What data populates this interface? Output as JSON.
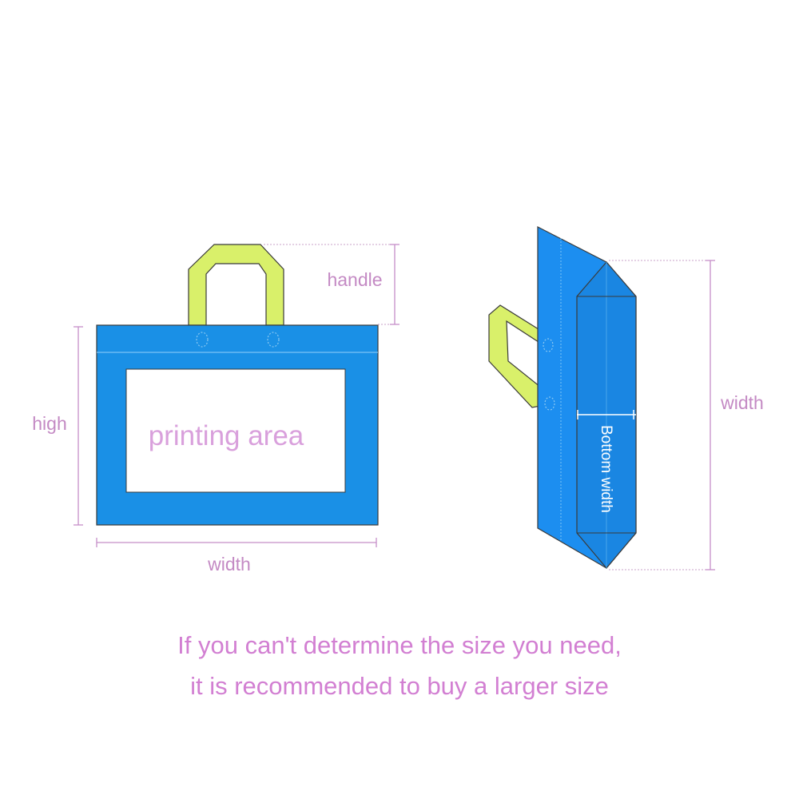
{
  "labels": {
    "handle": "handle",
    "high": "high",
    "width_front": "width",
    "printing_area": "printing area",
    "width_side": "width",
    "bottom_width": "Bottom width"
  },
  "note": {
    "line1": "If you can't determine the size you need,",
    "line2": "it is recommended to buy a larger size"
  },
  "colors": {
    "bag_blue": "#1a90e6",
    "bag_blue_side": "#1c8ef0",
    "handle_green": "#d9f06a",
    "label_purple": "#c48ac4"
  }
}
